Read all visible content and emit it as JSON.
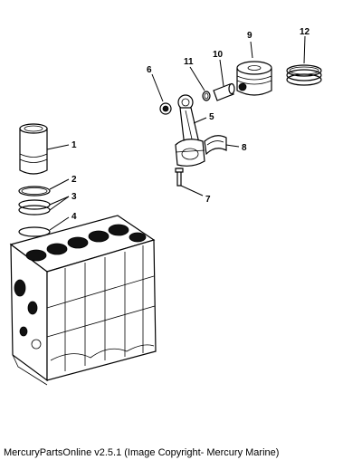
{
  "callouts": [
    "1",
    "2",
    "3",
    "4",
    "5",
    "6",
    "7",
    "8",
    "9",
    "10",
    "11",
    "12"
  ],
  "caption": "MercuryPartsOnline v2.5.1 (Image Copyright- Mercury Marine)"
}
